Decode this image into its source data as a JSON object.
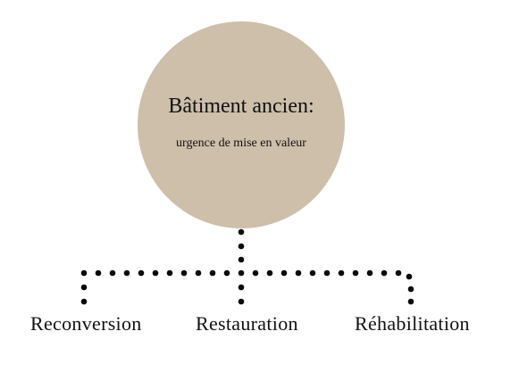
{
  "diagram": {
    "root": {
      "title": "Bâtiment ancien:",
      "subtitle": "urgence de mise en valeur",
      "fill": "#cdbfaa"
    },
    "connector_color": "#0a0a0a",
    "children": [
      {
        "label": "Reconversion"
      },
      {
        "label": "Restauration"
      },
      {
        "label": "Réhabilitation"
      }
    ]
  }
}
